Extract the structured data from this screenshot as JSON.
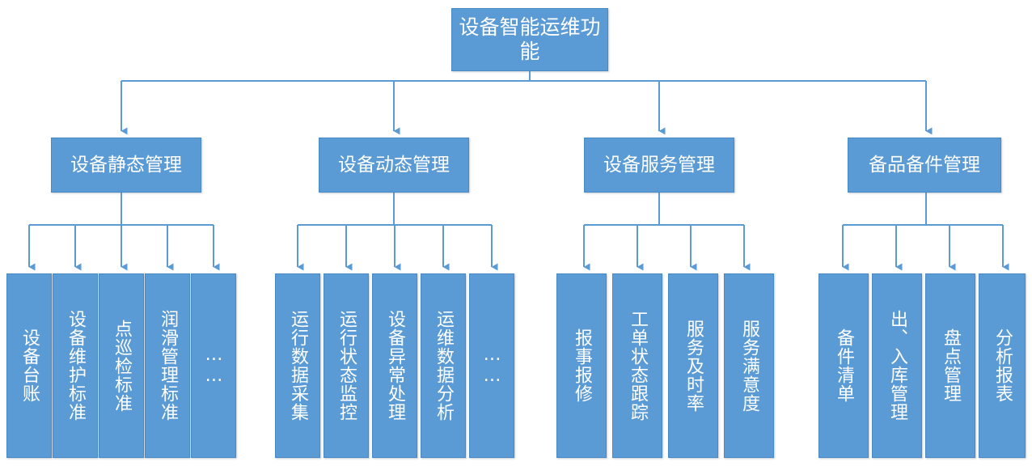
{
  "diagram": {
    "title": "设备智能运维功能",
    "root": {
      "label": "设备智能运维功能"
    },
    "branches": [
      {
        "label": "设备静态管理",
        "leaves": [
          {
            "label": "设备台账"
          },
          {
            "label": "设备维护标准"
          },
          {
            "label": "点巡检标准"
          },
          {
            "label": "润滑管理标准"
          },
          {
            "label": "……"
          }
        ]
      },
      {
        "label": "设备动态管理",
        "leaves": [
          {
            "label": "运行数据采集"
          },
          {
            "label": "运行状态监控"
          },
          {
            "label": "设备异常处理"
          },
          {
            "label": "运维数据分析"
          },
          {
            "label": "……"
          }
        ]
      },
      {
        "label": "设备服务管理",
        "leaves": [
          {
            "label": "报事报修"
          },
          {
            "label": "工单状态跟踪"
          },
          {
            "label": "服务及时率"
          },
          {
            "label": "服务满意度"
          }
        ]
      },
      {
        "label": "备品备件管理",
        "leaves": [
          {
            "label": "备件清单"
          },
          {
            "label": "出、入库管理"
          },
          {
            "label": "盘点管理"
          },
          {
            "label": "分析报表"
          }
        ]
      }
    ],
    "colors": {
      "node_fill": "#5B9BD5",
      "node_border": "#4A8AC4",
      "node_text": "#FFFFFF",
      "connector": "#5B9BD5",
      "background": "#FFFFFF"
    }
  }
}
